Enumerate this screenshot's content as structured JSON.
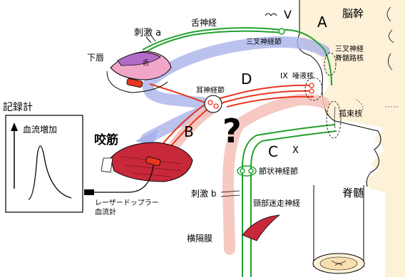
{
  "labels": {
    "brainstem": "脳幹",
    "spinal_cord": "脊髄",
    "lower_lip": "下唇",
    "tongue": "舌",
    "lingual_nerve": "舌神経",
    "trigeminal_ganglion": "三叉神経節",
    "trigeminal_spinal_nucleus_1": "三叉神経",
    "trigeminal_spinal_nucleus_2": "脊髄路核",
    "salivatory_nucleus": "唾液核",
    "solitary_nucleus": "孤束核",
    "otic_ganglion": "耳神経節",
    "masseter": "咬筋",
    "recorder": "記録計",
    "blood_flow_increase": "血流増加",
    "laser_doppler_1": "レーザードップラー",
    "laser_doppler_2": "血流計",
    "nodose_ganglion": "節状神経節",
    "cervical_vagus": "頸部迷走神経",
    "diaphragm": "横隔膜",
    "stim_a": "刺激 a",
    "stim_b": "刺激 b",
    "question_mark": "?",
    "pathway_A": "A",
    "pathway_B": "B",
    "pathway_C": "C",
    "pathway_D": "D",
    "cranial_V": "V",
    "cranial_IX": "IX",
    "cranial_X": "X"
  },
  "colors": {
    "brainstem_fill": "#fdf1d8",
    "nerve_green": "#21a12f",
    "nerve_red": "#e8361f",
    "pathway_blue": "#aab3ea",
    "pathway_pink": "#f6c0b8",
    "muscle_red": "#c8293a",
    "lip_pink": "#f1a6c8",
    "tongue_violet": "#b06cc7"
  }
}
